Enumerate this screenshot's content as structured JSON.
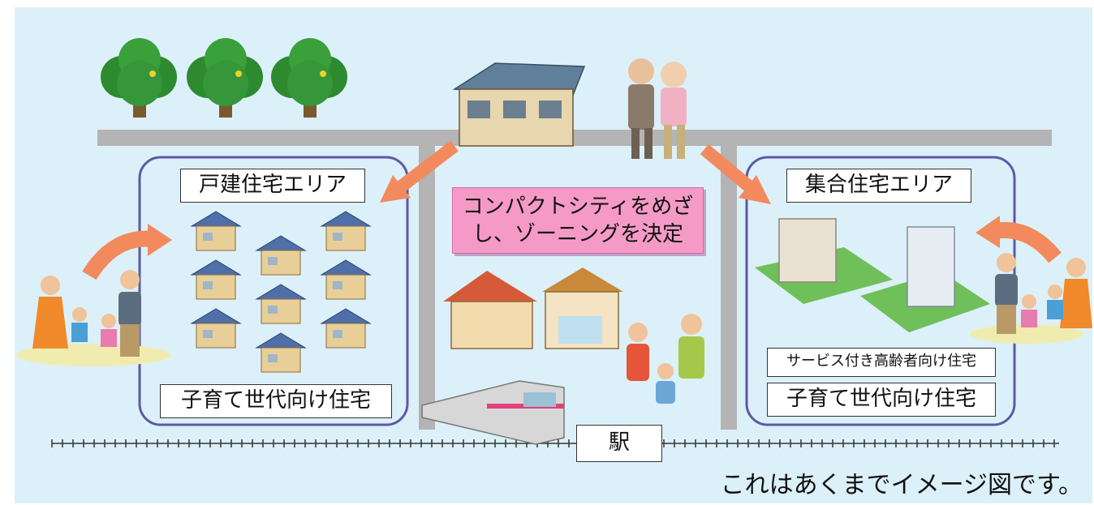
{
  "zones": {
    "detached": {
      "title": "戸建住宅エリア",
      "sub": "子育て世代向け住宅"
    },
    "collective": {
      "title": "集合住宅エリア",
      "sub1": "サービス付き高齢者向け住宅",
      "sub2": "子育て世代向け住宅"
    }
  },
  "center_text": {
    "line1": "コンパクトシティをめざ",
    "line2": "し、ゾーニングを決定"
  },
  "station": "駅",
  "note": "これはあくまでイメージ図です。",
  "colors": {
    "background": "#dcf0f9",
    "road": "#b4b4b4",
    "zone_border": "#5c5aa6",
    "arrow": "#f28a5e",
    "center_box": "#f59ac6"
  }
}
